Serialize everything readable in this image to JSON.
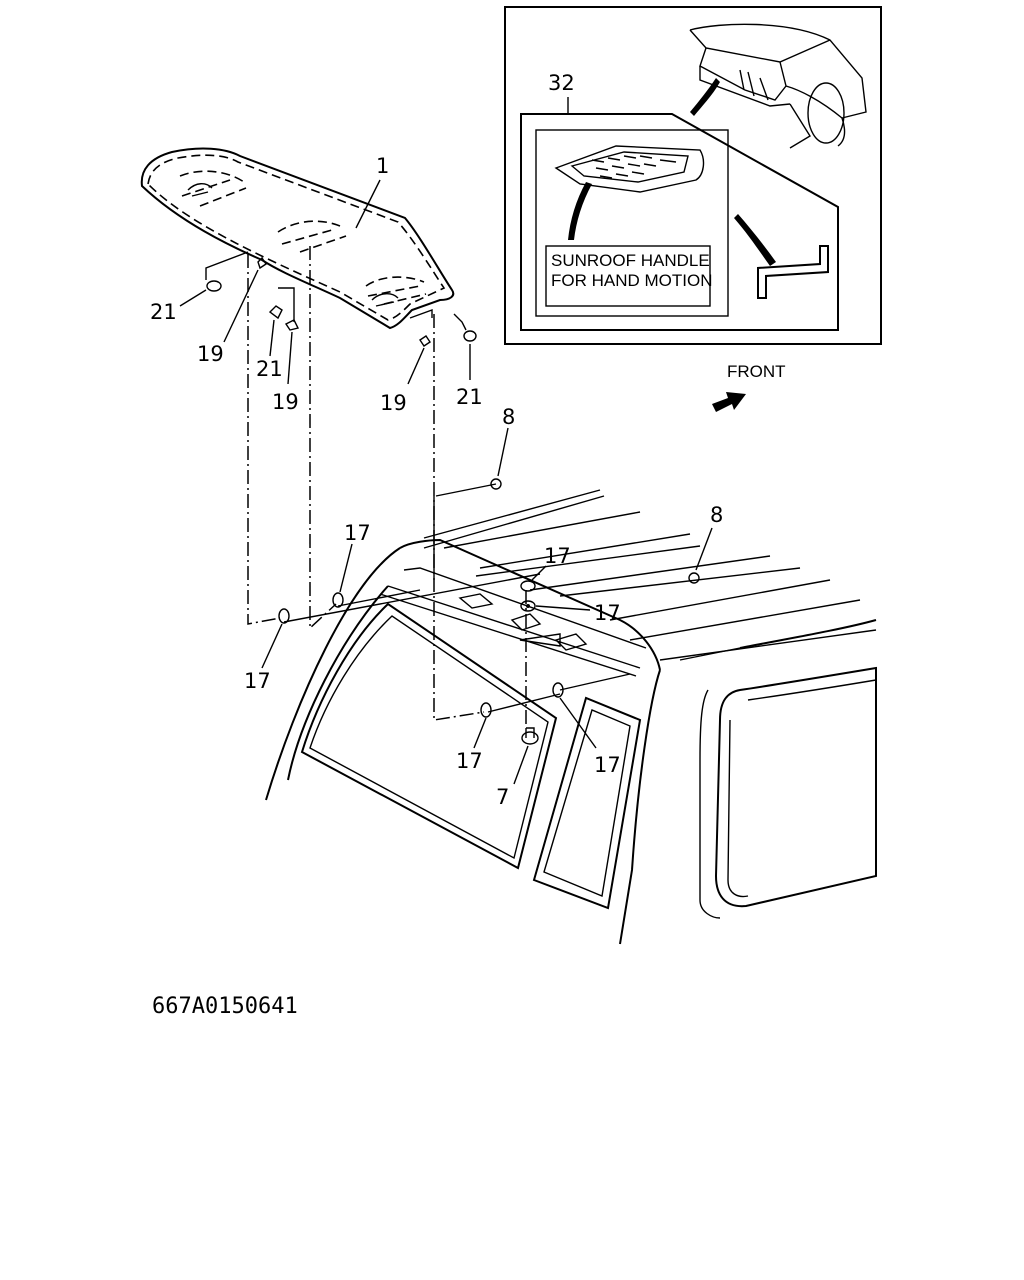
{
  "callouts": {
    "c1": "1",
    "c7": "7",
    "c8a": "8",
    "c8b": "8",
    "c17a": "17",
    "c17b": "17",
    "c17c": "17",
    "c17d": "17",
    "c17e": "17",
    "c17f": "17",
    "c19a": "19",
    "c19b": "19",
    "c19c": "19",
    "c21a": "21",
    "c21b": "21",
    "c21c": "21",
    "c32": "32"
  },
  "inset": {
    "line1": "SUNROOF HANDLE",
    "line2": "FOR HAND MOTION"
  },
  "front_label": "FRONT",
  "diagram_code": "667A0150641"
}
